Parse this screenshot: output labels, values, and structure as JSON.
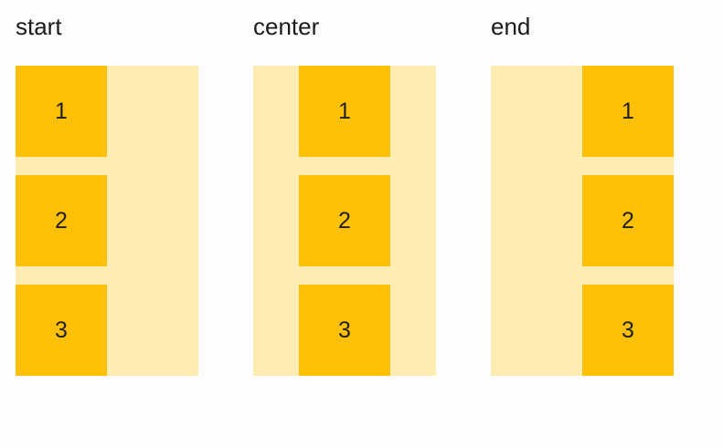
{
  "demos": [
    {
      "label": "start",
      "alignment": "start",
      "items": [
        "1",
        "2",
        "3"
      ]
    },
    {
      "label": "center",
      "alignment": "center",
      "items": [
        "1",
        "2",
        "3"
      ]
    },
    {
      "label": "end",
      "alignment": "end",
      "items": [
        "1",
        "2",
        "3"
      ]
    }
  ],
  "colors": {
    "page_background": "#fdfdff",
    "container_background": "#ffecb3",
    "item_background": "#ffc107",
    "label_text": "#1b1b1b",
    "item_text": "#212121"
  }
}
